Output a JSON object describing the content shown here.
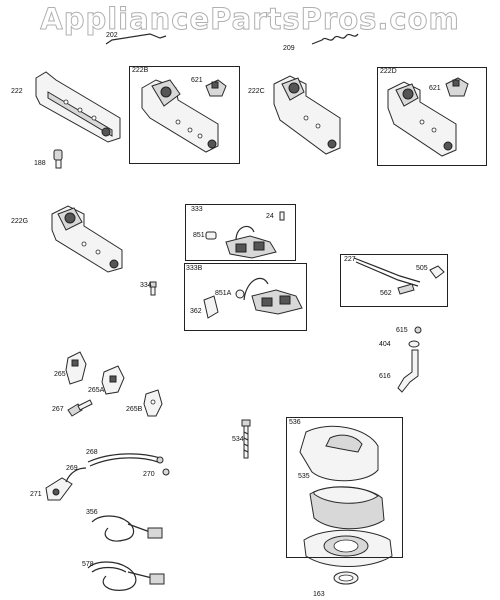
{
  "watermark": "AppliancePartsPros.com",
  "colors": {
    "line": "#2a2a2a",
    "watermark_outline": "#b0b0b0",
    "background": "#ffffff"
  },
  "callouts": {
    "c202": "202",
    "c209": "209",
    "c222": "222",
    "c222B": "222B",
    "c621a": "621",
    "c222C": "222C",
    "c222D": "222D",
    "c621b": "621",
    "c188": "188",
    "c222G": "222G",
    "c333": "333",
    "c24": "24",
    "c851": "851",
    "c334": "334",
    "c333B": "333B",
    "c851A": "851A",
    "c362": "362",
    "c227": "227",
    "c505": "505",
    "c562": "562",
    "c615": "615",
    "c404": "404",
    "c616": "616",
    "c265": "265",
    "c265A": "265A",
    "c267": "267",
    "c265B": "265B",
    "c268": "268",
    "c269": "269",
    "c270": "270",
    "c271": "271",
    "c356": "356",
    "c578": "578",
    "c534": "534",
    "c536": "536",
    "c535": "535",
    "c163": "163"
  }
}
